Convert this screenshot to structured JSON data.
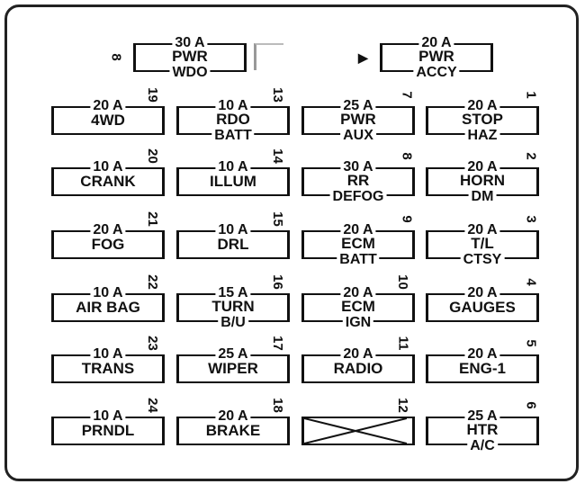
{
  "fuses": [
    {
      "id": "8",
      "amp": "30 A",
      "mid": "PWR",
      "bottom": "WDO"
    },
    {
      "id": "",
      "amp": "20 A",
      "mid": "PWR",
      "bottom": "ACCY"
    },
    {
      "id": "19",
      "amp": "20 A",
      "mid": "4WD",
      "bottom": ""
    },
    {
      "id": "13",
      "amp": "10 A",
      "mid": "RDO",
      "bottom": "BATT"
    },
    {
      "id": "7",
      "amp": "25 A",
      "mid": "PWR",
      "bottom": "AUX"
    },
    {
      "id": "1",
      "amp": "20 A",
      "mid": "STOP",
      "bottom": "HAZ"
    },
    {
      "id": "20",
      "amp": "10 A",
      "mid": "CRANK",
      "bottom": ""
    },
    {
      "id": "14",
      "amp": "10 A",
      "mid": "ILLUM",
      "bottom": ""
    },
    {
      "id": "8",
      "amp": "30 A",
      "mid": "RR",
      "bottom": "DEFOG"
    },
    {
      "id": "2",
      "amp": "20 A",
      "mid": "HORN",
      "bottom": "DM"
    },
    {
      "id": "21",
      "amp": "20 A",
      "mid": "FOG",
      "bottom": ""
    },
    {
      "id": "15",
      "amp": "10 A",
      "mid": "DRL",
      "bottom": ""
    },
    {
      "id": "9",
      "amp": "20 A",
      "mid": "ECM",
      "bottom": "BATT"
    },
    {
      "id": "3",
      "amp": "20 A",
      "mid": "T/L",
      "bottom": "CTSY"
    },
    {
      "id": "22",
      "amp": "10 A",
      "mid": "AIR BAG",
      "bottom": ""
    },
    {
      "id": "16",
      "amp": "15 A",
      "mid": "TURN",
      "bottom": "B/U"
    },
    {
      "id": "10",
      "amp": "20 A",
      "mid": "ECM",
      "bottom": "IGN"
    },
    {
      "id": "4",
      "amp": "20 A",
      "mid": "GAUGES",
      "bottom": ""
    },
    {
      "id": "23",
      "amp": "10 A",
      "mid": "TRANS",
      "bottom": ""
    },
    {
      "id": "17",
      "amp": "25 A",
      "mid": "WIPER",
      "bottom": ""
    },
    {
      "id": "11",
      "amp": "20 A",
      "mid": "RADIO",
      "bottom": ""
    },
    {
      "id": "5",
      "amp": "20 A",
      "mid": "ENG-1",
      "bottom": ""
    },
    {
      "id": "24",
      "amp": "10 A",
      "mid": "PRNDL",
      "bottom": ""
    },
    {
      "id": "18",
      "amp": "20 A",
      "mid": "BRAKE",
      "bottom": ""
    },
    {
      "id": "12",
      "amp": "",
      "mid": "",
      "bottom": "",
      "empty": true
    },
    {
      "id": "6",
      "amp": "25 A",
      "mid": "HTR",
      "bottom": "A/C"
    }
  ]
}
